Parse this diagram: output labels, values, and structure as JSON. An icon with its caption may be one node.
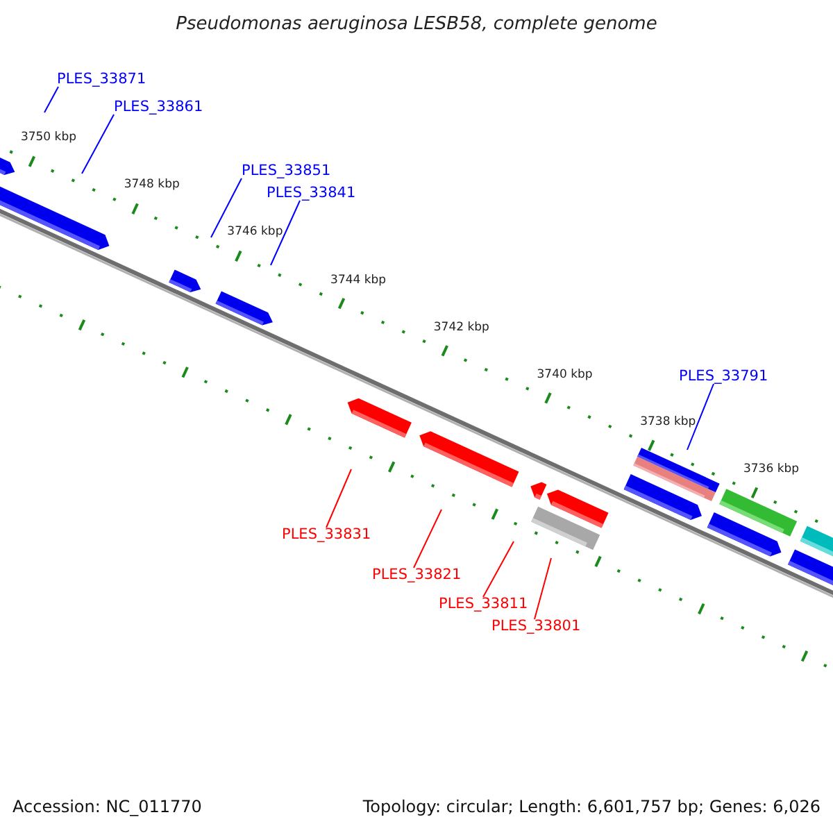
{
  "diagram": {
    "title": "Pseudomonas aeruginosa LESB58, complete genome",
    "nodes": [
      {
        "text": [
          "PLES_33871"
        ]
      },
      {
        "text": [
          "PLES_33861"
        ]
      },
      {
        "text": [
          "PLES_33851"
        ]
      },
      {
        "text": [
          "PLES_33841"
        ]
      },
      {
        "text": [
          "PLES_33791"
        ]
      },
      {
        "text": [
          "PLES_33831"
        ]
      },
      {
        "text": [
          "PLES_33821"
        ]
      },
      {
        "text": [
          "PLES_33811"
        ]
      },
      {
        "text": [
          "PLES_33801"
        ]
      }
    ],
    "edges": [
      {
        "from": 0,
        "to": null,
        "arrow": "none"
      },
      {
        "from": 1,
        "to": null,
        "arrow": "none"
      },
      {
        "from": 2,
        "to": null,
        "arrow": "none"
      },
      {
        "from": 3,
        "to": null,
        "arrow": "none"
      },
      {
        "from": 4,
        "to": null,
        "arrow": "none"
      },
      {
        "from": 5,
        "to": null,
        "arrow": "none",
        "color": "#ff0000"
      },
      {
        "from": 6,
        "to": null,
        "arrow": "none",
        "color": "#ff0000"
      },
      {
        "from": 7,
        "to": null,
        "arrow": "none",
        "color": "#ff0000"
      },
      {
        "from": 8,
        "to": null,
        "arrow": "none",
        "color": "#ff0000"
      }
    ],
    "labels": [
      "3750 kbp",
      "3748 kbp",
      "3746 kbp",
      "3744 kbp",
      "3742 kbp",
      "3740 kbp",
      "3738 kbp",
      "3736 kbp",
      "Accession: NC_011770",
      "Topology: circular; Length: 6,601,757 bp; Genes: 6,026"
    ]
  }
}
